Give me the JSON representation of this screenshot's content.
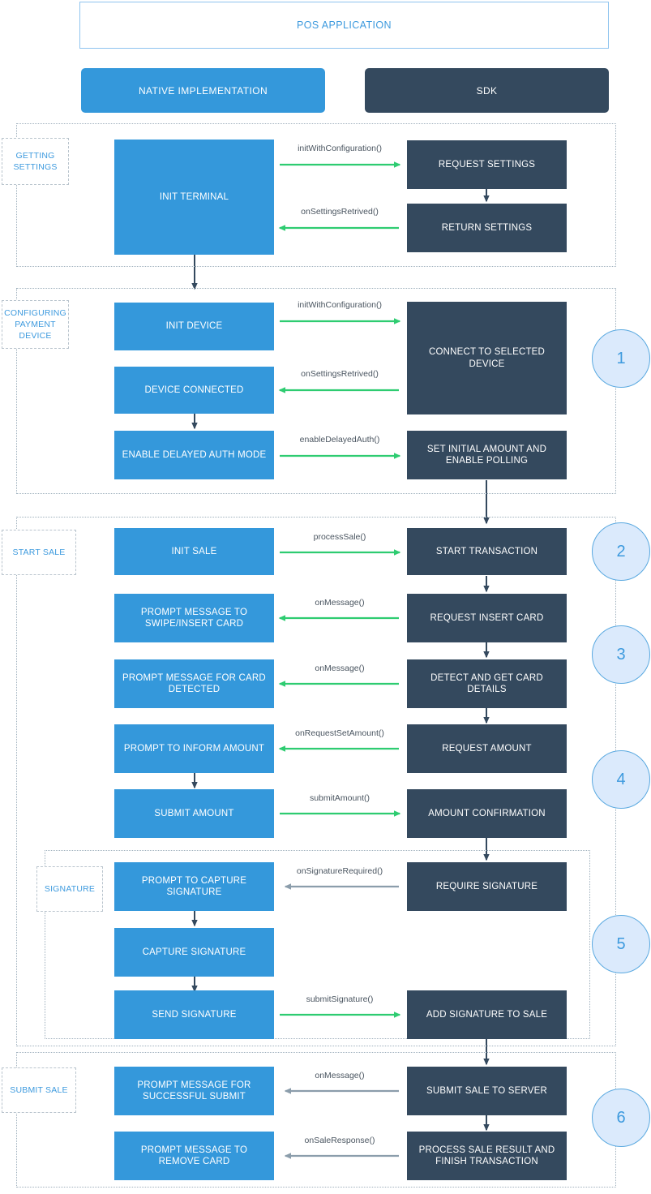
{
  "header": {
    "app_title": "POS APPLICATION",
    "lanes": [
      {
        "id": "native",
        "label": "NATIVE IMPLEMENTATION",
        "color": "#3498db"
      },
      {
        "id": "sdk",
        "label": "SDK",
        "color": "#34495e"
      }
    ]
  },
  "colors": {
    "blue": "#3498db",
    "navy": "#34495e",
    "accent_text": "#3d9ade",
    "green_arrow": "#2ecc71",
    "gray_arrow": "#8b9dab",
    "dark_arrow": "#34495e",
    "dotted_border": "#9fb0bd",
    "circle_fill": "#dbeafc",
    "circle_stroke": "#5aa9e0"
  },
  "sections": [
    {
      "id": "getting-settings",
      "label": "GETTING SETTINGS"
    },
    {
      "id": "configuring-payment-device",
      "label": "CONFIGURING PAYMENT DEVICE"
    },
    {
      "id": "start-sale",
      "label": "START SALE"
    },
    {
      "id": "signature",
      "label": "SIGNATURE"
    },
    {
      "id": "submit-sale",
      "label": "SUBMIT SALE"
    }
  ],
  "steps": [
    {
      "number": "1"
    },
    {
      "number": "2"
    },
    {
      "number": "3"
    },
    {
      "number": "4"
    },
    {
      "number": "5"
    },
    {
      "number": "6"
    }
  ],
  "boxes": {
    "init_terminal": "INIT TERMINAL",
    "request_settings": "REQUEST SETTINGS",
    "return_settings": "RETURN SETTINGS",
    "init_device": "INIT DEVICE",
    "connect_to_selected_device": "CONNECT TO SELECTED DEVICE",
    "device_connected": "DEVICE CONNECTED",
    "enable_delayed_auth_mode": "ENABLE DELAYED AUTH MODE",
    "set_initial_amount_and_enable_polling": "SET INITIAL AMOUNT AND ENABLE POLLING",
    "init_sale": "INIT SALE",
    "start_transaction": "START TRANSACTION",
    "prompt_swipe_insert_card": "PROMPT MESSAGE TO SWIPE/INSERT CARD",
    "request_insert_card": "REQUEST INSERT CARD",
    "prompt_card_detected": "PROMPT MESSAGE FOR CARD DETECTED",
    "detect_and_get_card_details": "DETECT AND GET CARD DETAILS",
    "prompt_to_inform_amount": "PROMPT TO INFORM AMOUNT",
    "request_amount": "REQUEST AMOUNT",
    "submit_amount": "SUBMIT AMOUNT",
    "amount_confirmation": "AMOUNT CONFIRMATION",
    "prompt_to_capture_signature": "PROMPT TO CAPTURE SIGNATURE",
    "require_signature": "REQUIRE SIGNATURE",
    "capture_signature": "CAPTURE SIGNATURE",
    "send_signature": "SEND SIGNATURE",
    "add_signature_to_sale": "ADD SIGNATURE TO SALE",
    "prompt_successful_submit": "PROMPT MESSAGE FOR SUCCESSFUL SUBMIT",
    "submit_sale_to_server": "SUBMIT SALE TO SERVER",
    "prompt_remove_card": "PROMPT MESSAGE TO REMOVE CARD",
    "process_sale_result_and_finish_transaction": "PROCESS SALE RESULT AND FINISH TRANSACTION"
  },
  "arrow_labels": {
    "init_with_configuration_1": "initWithConfiguration()",
    "on_settings_retrived_1": "onSettingsRetrived()",
    "init_with_configuration_2": "initWithConfiguration()",
    "on_settings_retrived_2": "onSettingsRetrived()",
    "enable_delayed_auth": "enableDelayedAuth()",
    "process_sale": "processSale()",
    "on_message_1": "onMessage()",
    "on_message_2": "onMessage()",
    "on_request_set_amount": "onRequestSetAmount()",
    "submit_amount": "submitAmount()",
    "on_signature_required": "onSignatureRequired()",
    "submit_signature": "submitSignature()",
    "on_message_3": "onMessage()",
    "on_sale_response": "onSaleResponse()"
  }
}
